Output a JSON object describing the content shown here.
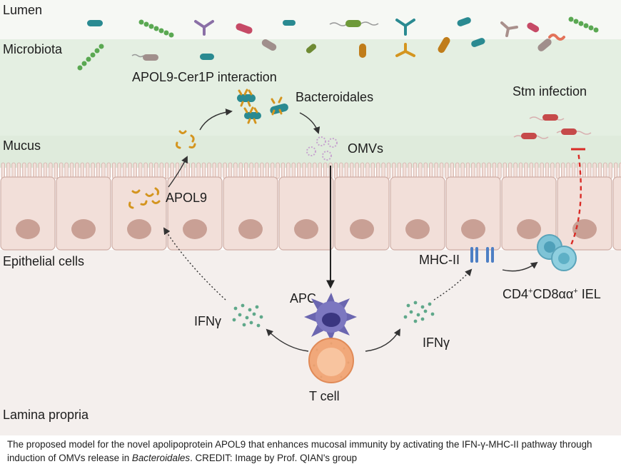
{
  "regions": {
    "lumen": "Lumen",
    "microbiota": "Microbiota",
    "mucus": "Mucus",
    "epithelial": "Epithelial cells",
    "lamina": "Lamina propria"
  },
  "labels": {
    "interaction": "APOL9-Cer1P interaction",
    "bacteroidales": "Bacteroidales",
    "omvs": "OMVs",
    "apol9": "APOL9",
    "stm": "Stm infection",
    "mhc": "MHC-II",
    "iel_cd4": "CD4",
    "iel_plus1": "+",
    "iel_cd8": "CD8αα",
    "iel_plus2": "+",
    "iel_tail": " IEL",
    "apc": "APC",
    "tcell": "T cell",
    "ifn_left": "IFNγ",
    "ifn_right": "IFNγ"
  },
  "caption": {
    "part1": "The proposed model for the novel apolipoprotein APOL9 that enhances mucosal immunity by activating the IFN-γ-MHC-II pathway through induction of OMVs release in ",
    "italic": "Bacteroidales",
    "part2": ". CREDIT: Image by Prof. QIAN's group"
  },
  "colors": {
    "lumen_bg": "#f6f8f4",
    "microbiota_bg": "#e3eee1",
    "mucus_bg": "#dfebdc",
    "cell_fill": "#f2dfd9",
    "cell_edge": "#cfaea6",
    "nucleus": "#c9a095",
    "lamina_bg": "#f4efed",
    "apol9": "#d4951f",
    "bacteroides": "#2a8a91",
    "apc": "#6b66b0",
    "tcell": "#f1a87a",
    "iel": "#7ec3d6",
    "stm_arrow": "#d92b26"
  }
}
